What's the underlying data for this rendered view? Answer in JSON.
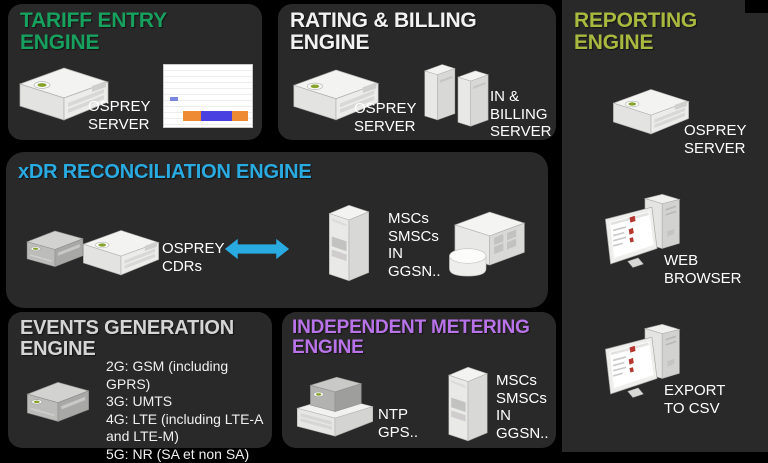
{
  "colors": {
    "page_bg": "#000000",
    "panel_bg": "#292929",
    "tariff_title": "#17A05E",
    "rating_title": "#F2F2F2",
    "reporting_title": "#A9B93F",
    "xdr_title": "#29ABE2",
    "events_title": "#D5D5D5",
    "metering_title": "#B873E8",
    "arrow": "#29ABE2",
    "label_text": "#FFFFFF",
    "spreadsheet_orange": "#EE8A33",
    "spreadsheet_blue": "#4840E0"
  },
  "icons": {
    "rack_server": "rack-server-icon",
    "box_server": "box-server-icon",
    "tower_pair": "tower-servers-icon",
    "tall_tower": "tower-server-icon",
    "cabinet_database": "cabinet-database-icon",
    "desktop_computer": "desktop-computer-icon",
    "ntp_device": "ntp-gps-device-icon",
    "double_arrow": "double-arrow-icon",
    "spreadsheet": "spreadsheet-image"
  },
  "panels": {
    "tariff": {
      "title": "TARIFF ENTRY\nENGINE",
      "osprey_label": "OSPREY\nSERVER"
    },
    "rating": {
      "title": "RATING & BILLING\nENGINE",
      "osprey_label": "OSPREY\nSERVER",
      "in_billing_label": "IN &\nBILLING\nSERVER"
    },
    "reporting": {
      "title": "REPORTING\nENGINE",
      "osprey_label": "OSPREY\nSERVER",
      "web_label": "WEB\nBROWSER",
      "export_label": "EXPORT\nTO CSV"
    },
    "xdr": {
      "title": "xDR RECONCILIATION ENGINE",
      "cdrs_label": "OSPREY\nCDRs",
      "network_label": "MSCs\nSMSCs\nIN\nGGSN.."
    },
    "events": {
      "title": "EVENTS GENERATION\nENGINE",
      "tech_list": "2G: GSM (including GPRS)\n3G: UMTS\n4G: LTE (including LTE-A\nand LTE-M)\n5G: NR (SA et non SA)"
    },
    "metering": {
      "title": "INDEPENDENT METERING\nENGINE",
      "ntp_label": "NTP\nGPS..",
      "network_label": "MSCs\nSMSCs\nIN\nGGSN.."
    }
  }
}
